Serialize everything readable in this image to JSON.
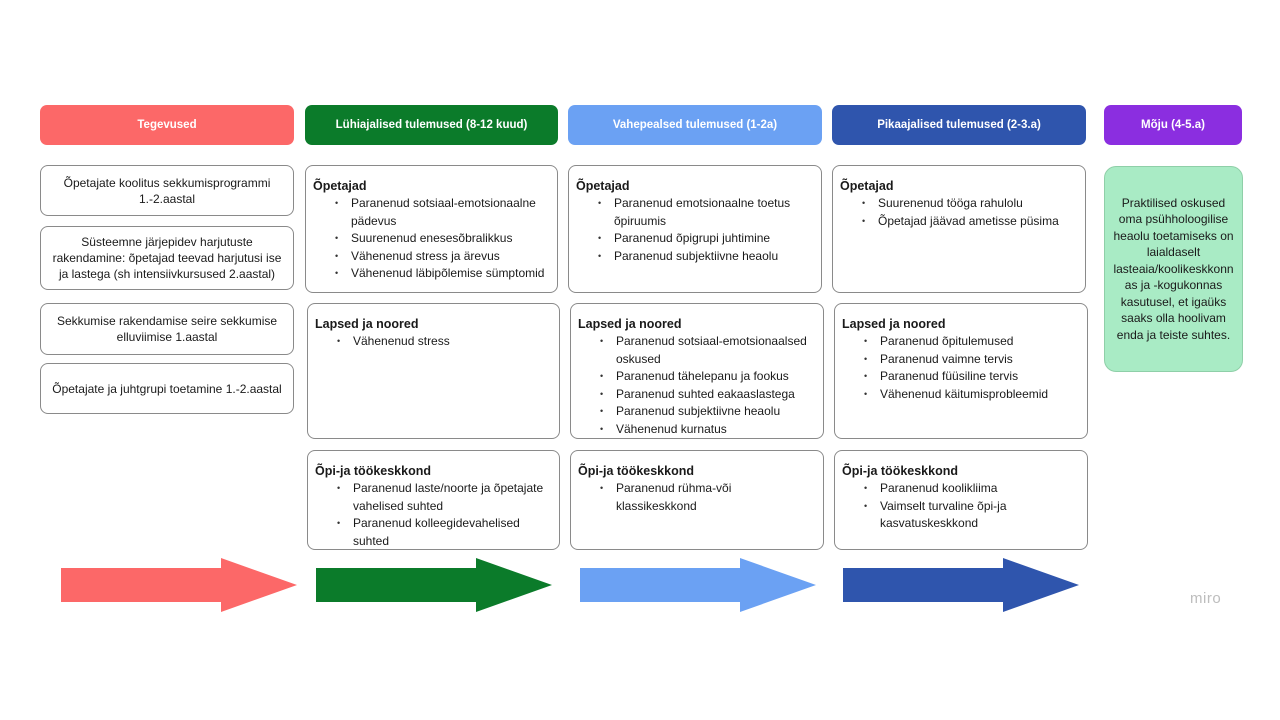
{
  "headers": [
    {
      "label": "Tegevused",
      "color": "#fc6868"
    },
    {
      "label": "Lühiajalised tulemused (8-12 kuud)",
      "color": "#0b7b2a"
    },
    {
      "label": "Vahepealsed tulemused (1-2a)",
      "color": "#6ba1f3"
    },
    {
      "label": "Pikaajalised tulemused (2-3.a)",
      "color": "#2f55ad"
    },
    {
      "label": "Mõju (4-5.a)",
      "color": "#8b2ee0"
    }
  ],
  "activities": [
    "Õpetajate koolitus sekkumisprogrammi 1.-2.aastal",
    "Süsteemne järjepidev harjutuste rakendamine: õpetajad teevad harjutusi ise ja lastega (sh intensiivkursused 2.aastal)",
    "Sekkumise rakendamise seire sekkumise elluviimise 1.aastal",
    "Õpetajate ja juhtgrupi toetamine 1.-2.aastal"
  ],
  "short_term": [
    {
      "title": "Õpetajad",
      "items": [
        "Paranenud sotsiaal-emotsionaalne pädevus",
        "Suurenenud enesesõbralikkus",
        "Vähenenud stress ja ärevus",
        "Vähenenud läbipõlemise sümptomid"
      ]
    },
    {
      "title": "Lapsed ja noored",
      "items": [
        "Vähenenud stress"
      ]
    },
    {
      "title": "Õpi-ja töökeskkond",
      "items": [
        "Paranenud laste/noorte ja õpetajate vahelised suhted",
        "Paranenud kolleegidevahelised suhted"
      ]
    }
  ],
  "intermediate": [
    {
      "title": "Õpetajad",
      "items": [
        "Paranenud emotsionaalne toetus õpiruumis",
        "Paranenud õpigrupi juhtimine",
        "Paranenud subjektiivne heaolu"
      ]
    },
    {
      "title": "Lapsed ja noored",
      "items": [
        "Paranenud sotsiaal-emotsionaalsed oskused",
        "Paranenud tähelepanu ja fookus",
        "Paranenud suhted eakaaslastega",
        "Paranenud subjektiivne heaolu",
        "Vähenenud kurnatus"
      ]
    },
    {
      "title": "Õpi-ja töökeskkond",
      "items": [
        "Paranenud rühma-või klassikeskkond"
      ]
    }
  ],
  "long_term": [
    {
      "title": "Õpetajad",
      "items": [
        "Suurenenud tööga rahulolu",
        "Õpetajad jäävad ametisse püsima"
      ]
    },
    {
      "title": "Lapsed ja noored",
      "items": [
        "Paranenud õpitulemused",
        "Paranenud vaimne tervis",
        "Paranenud füüsiline tervis",
        "Vähenenud käitumisprobleemid"
      ]
    },
    {
      "title": "Õpi-ja töökeskkond",
      "items": [
        "Paranenud koolikliima",
        "Vaimselt turvaline õpi-ja kasvatuskeskkond"
      ]
    }
  ],
  "impact": "Praktilised oskused oma psühholoogilise heaolu toetamiseks on laialdaselt lasteaia/koolikeskkonn as ja -kogukonnas kasutusel, et igaüks saaks olla hoolivam enda ja teiste suhtes.",
  "arrow_colors": [
    "#fc6868",
    "#0b7b2a",
    "#6ba1f3",
    "#2f55ad"
  ],
  "watermark": "miro"
}
